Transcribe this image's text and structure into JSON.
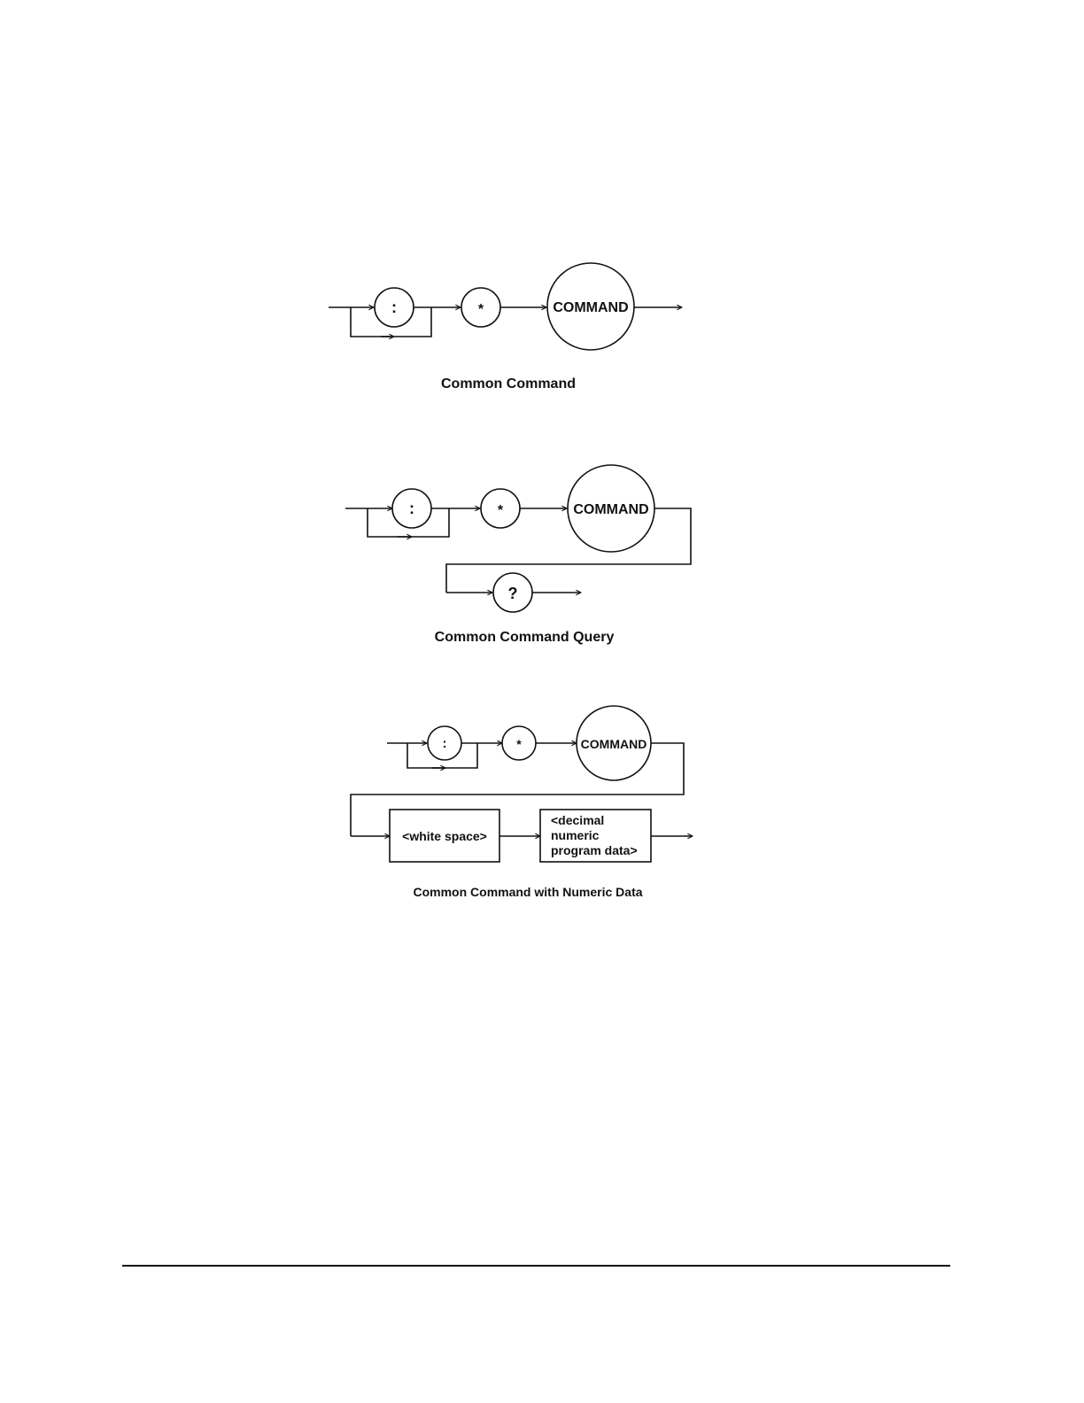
{
  "diagrams": [
    {
      "caption": "Common Command",
      "colon_symbol": ":",
      "star_symbol": "*",
      "command_label": "COMMAND"
    },
    {
      "caption": "Common Command Query",
      "colon_symbol": ":",
      "star_symbol": "*",
      "command_label": "COMMAND",
      "query_symbol": "?"
    },
    {
      "caption": "Common Command with Numeric Data",
      "colon_symbol": ":",
      "star_symbol": "*",
      "command_label": "COMMAND",
      "white_space_label": "<white space>",
      "numeric_label_lines": [
        "<decimal",
        "numeric",
        "program data>"
      ]
    }
  ]
}
